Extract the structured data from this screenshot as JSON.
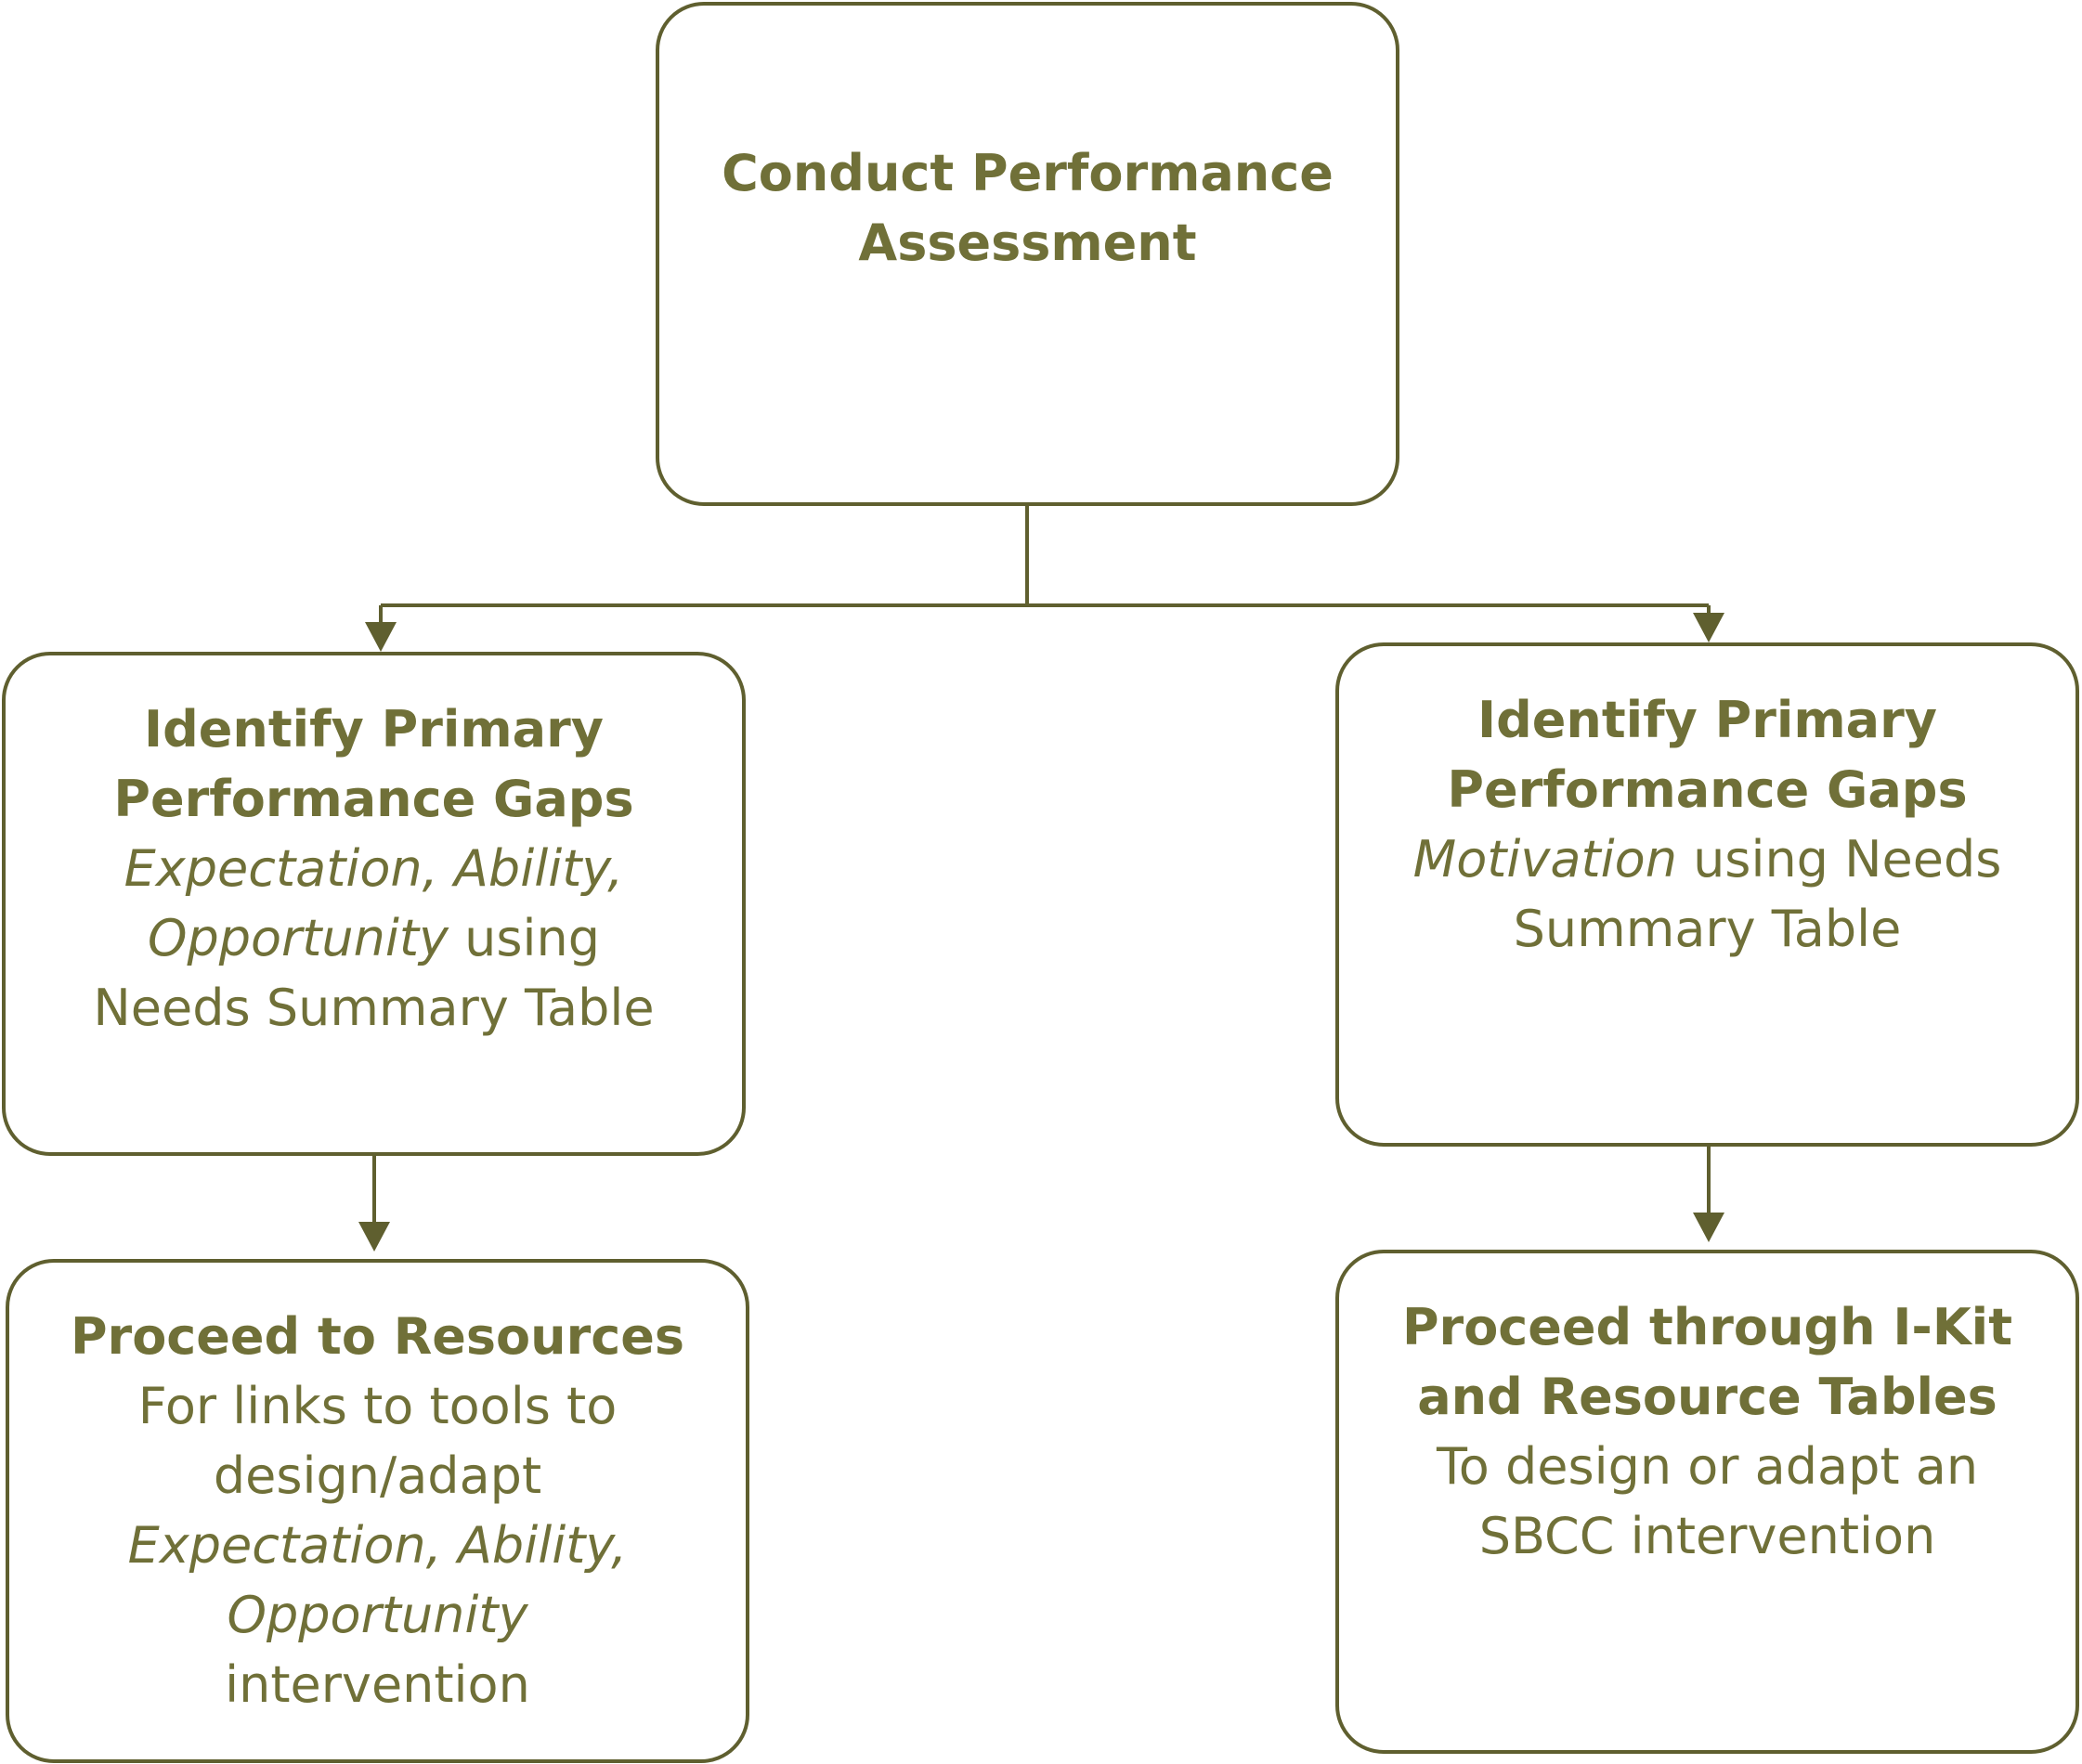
{
  "colors": {
    "stroke": "#5f5f2f",
    "text": "#707038",
    "background": "#ffffff"
  },
  "nodes": {
    "top": {
      "title_line1": "Conduct Performance",
      "title_line2": "Assessment"
    },
    "left": {
      "title_line1": "Identify Primary",
      "title_line2": "Performance Gaps",
      "italic_line": "Expectation, Ability,",
      "italic_part": "Opportunity",
      "plain_part": " using",
      "last_line": "Needs Summary Table"
    },
    "right": {
      "title_line1": "Identify Primary",
      "title_line2": "Performance Gaps",
      "italic_part": "Motivation",
      "plain_part": " using Needs",
      "last_line": "Summary Table"
    },
    "bottom_left": {
      "title": "Proceed to Resources",
      "line1": "For links to tools to",
      "line2": "design/adapt",
      "italic_line1": "Expectation, Ability,",
      "italic_line2": "Opportunity",
      "line3": "intervention"
    },
    "bottom_right": {
      "title_line1": "Proceed through I-Kit",
      "title_line2": "and Resource Tables",
      "line1": "To design or adapt an",
      "line2": "SBCC intervention"
    }
  }
}
